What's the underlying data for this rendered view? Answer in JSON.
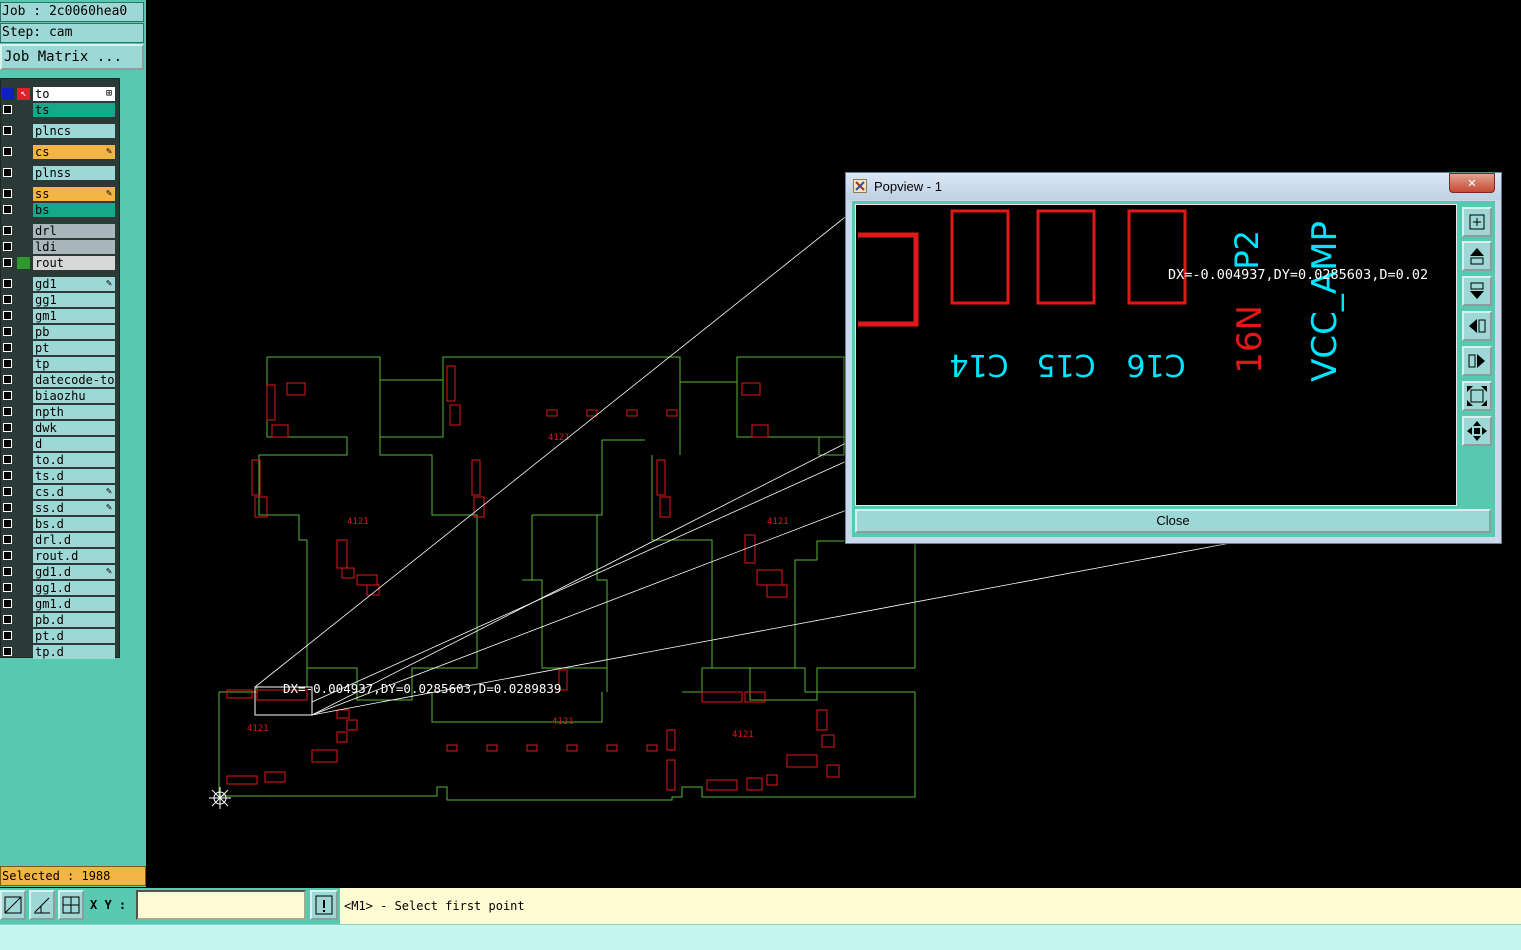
{
  "job": {
    "label": "Job : 2c0060hea0",
    "step": "Step: cam",
    "matrix_button": "Job Matrix ..."
  },
  "layers": [
    {
      "name": "to",
      "color": "#ffffff",
      "edit": false,
      "marker": "active"
    },
    {
      "name": "ts",
      "color": "#17a88a",
      "edit": false
    },
    {
      "name": "plncs",
      "color": "#9ed8d6",
      "edit": false
    },
    {
      "name": "cs",
      "color": "#f5b544",
      "edit": true
    },
    {
      "name": "plnss",
      "color": "#9ed8d6",
      "edit": false
    },
    {
      "name": "ss",
      "color": "#f5b544",
      "edit": true
    },
    {
      "name": "bs",
      "color": "#17a88a",
      "edit": false
    },
    {
      "name": "drl",
      "color": "#a9b7bc",
      "edit": false
    },
    {
      "name": "ldi",
      "color": "#a9b7bc",
      "edit": false
    },
    {
      "name": "rout",
      "color": "#d7d7d7",
      "edit": false,
      "marker": "green"
    },
    {
      "name": "gd1",
      "color": "#9ed8d6",
      "edit": true
    },
    {
      "name": "gg1",
      "color": "#9ed8d6",
      "edit": false
    },
    {
      "name": "gm1",
      "color": "#9ed8d6",
      "edit": false
    },
    {
      "name": "pb",
      "color": "#9ed8d6",
      "edit": false
    },
    {
      "name": "pt",
      "color": "#9ed8d6",
      "edit": false
    },
    {
      "name": "tp",
      "color": "#9ed8d6",
      "edit": false
    },
    {
      "name": "datecode-to",
      "color": "#9ed8d6",
      "edit": false
    },
    {
      "name": "biaozhu",
      "color": "#9ed8d6",
      "edit": false
    },
    {
      "name": "npth",
      "color": "#9ed8d6",
      "edit": false
    },
    {
      "name": "dwk",
      "color": "#9ed8d6",
      "edit": false
    },
    {
      "name": "d",
      "color": "#9ed8d6",
      "edit": false
    },
    {
      "name": "to.d",
      "color": "#9ed8d6",
      "edit": false
    },
    {
      "name": "ts.d",
      "color": "#9ed8d6",
      "edit": false
    },
    {
      "name": "cs.d",
      "color": "#9ed8d6",
      "edit": true
    },
    {
      "name": "ss.d",
      "color": "#9ed8d6",
      "edit": true
    },
    {
      "name": "bs.d",
      "color": "#9ed8d6",
      "edit": false
    },
    {
      "name": "drl.d",
      "color": "#9ed8d6",
      "edit": false
    },
    {
      "name": "rout.d",
      "color": "#9ed8d6",
      "edit": false
    },
    {
      "name": "gd1.d",
      "color": "#9ed8d6",
      "edit": true
    },
    {
      "name": "gg1.d",
      "color": "#9ed8d6",
      "edit": false
    },
    {
      "name": "gm1.d",
      "color": "#9ed8d6",
      "edit": false
    },
    {
      "name": "pb.d",
      "color": "#9ed8d6",
      "edit": false
    },
    {
      "name": "pt.d",
      "color": "#9ed8d6",
      "edit": false
    },
    {
      "name": "tp.d",
      "color": "#9ed8d6",
      "edit": false
    }
  ],
  "selected": "Selected : 1988",
  "bottom": {
    "xy_label": "X Y :",
    "xy_value": "",
    "prompt": "<M1> - Select first point"
  },
  "canvas": {
    "measure_text": "DX=-0.004937,DY=0.0285603,D=0.0289839",
    "board_label": "4121",
    "colors": {
      "outline": "#5ab33a",
      "pads": "#e01818",
      "text": "#00e5ff",
      "measure": "#ffffff"
    }
  },
  "popview": {
    "title": "Popview - 1",
    "close_label": "Close",
    "measure_text": "DX=-0.004937,DY=0.0285603,D=0.02",
    "labels": {
      "c14": "C14",
      "c15": "C15",
      "c16": "C16",
      "p2": "P2",
      "n16": "16N",
      "vcc": "VCC_AMP"
    }
  }
}
